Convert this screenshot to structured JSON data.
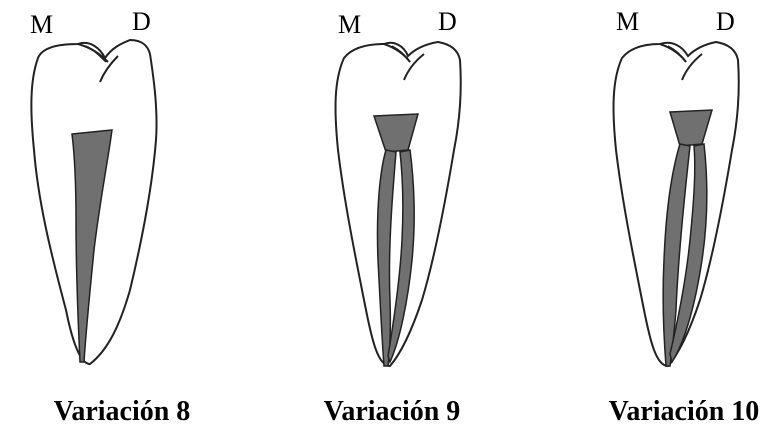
{
  "panels": [
    {
      "mesial_label": "M",
      "distal_label": "D",
      "caption": "Variación 8",
      "canal_type": "single"
    },
    {
      "mesial_label": "M",
      "distal_label": "D",
      "caption": "Variación 9",
      "canal_type": "split-rejoin"
    },
    {
      "mesial_label": "M",
      "distal_label": "D",
      "caption": "Variación 10",
      "canal_type": "split-converge"
    }
  ],
  "colors": {
    "outline": "#222222",
    "canal_fill": "#707070",
    "background": "#ffffff"
  }
}
